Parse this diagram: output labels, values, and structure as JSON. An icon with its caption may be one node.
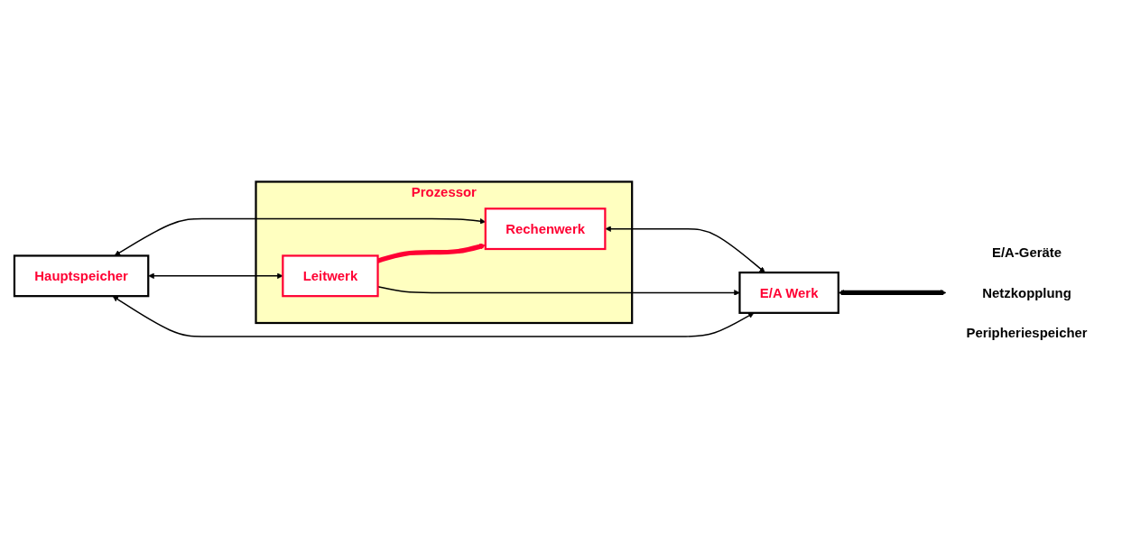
{
  "diagram": {
    "nodes": [
      {
        "text": [
          "Hauptspeicher"
        ]
      },
      {
        "text": [
          "Prozessor"
        ]
      },
      {
        "text": [
          "Rechenwerk"
        ],
        "in": 1
      },
      {
        "text": [
          "Leitwerk"
        ],
        "in": 1
      },
      {
        "text": [
          "E/A Werk"
        ]
      },
      {
        "text": [
          "E/A-Geräte",
          "Netzkopplung",
          "Peripheriespeicher"
        ]
      }
    ],
    "edges": [
      {
        "from": 0,
        "to": 3,
        "arrow": "both"
      },
      {
        "from": 0,
        "to": 2,
        "arrow": "both"
      },
      {
        "from": 3,
        "to": 2,
        "arrow": "to",
        "style": "thick",
        "color": "#ff0033"
      },
      {
        "from": 2,
        "to": 4,
        "arrow": "both"
      },
      {
        "from": 3,
        "to": 4,
        "arrow": "to"
      },
      {
        "from": 0,
        "to": 4,
        "arrow": "both"
      },
      {
        "from": 4,
        "to": 5,
        "arrow": "both",
        "style": "thick"
      }
    ]
  }
}
